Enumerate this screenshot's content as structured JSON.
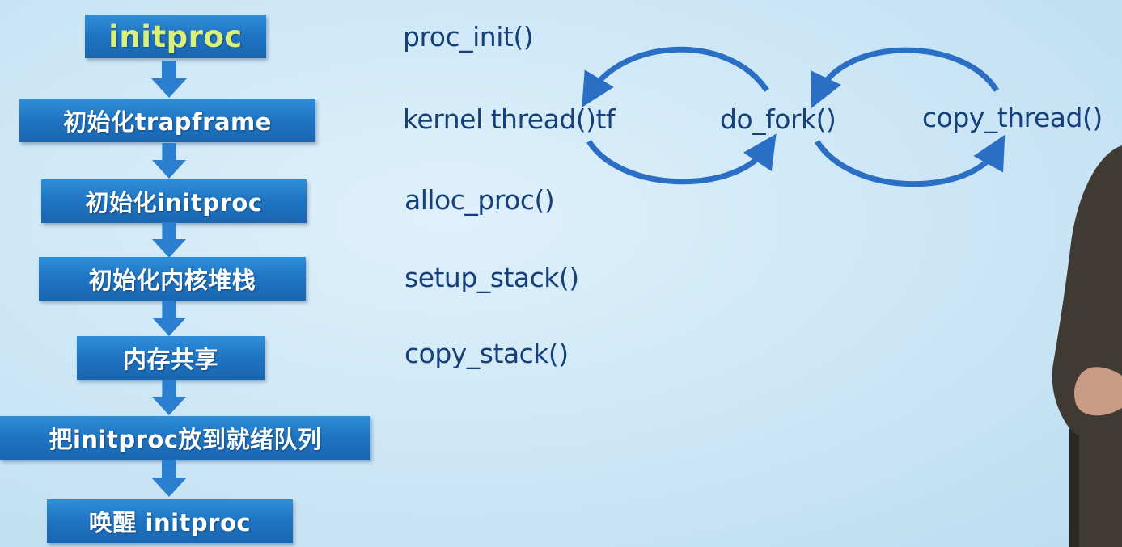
{
  "flow_steps": [
    {
      "label": "initproc",
      "accent": "#d9f07c"
    },
    {
      "label": "初始化trapframe"
    },
    {
      "label": "初始化initproc"
    },
    {
      "label": "初始化内核堆栈"
    },
    {
      "label": "内存共享"
    },
    {
      "label": "把initproc放到就绪队列"
    },
    {
      "label": "唤醒 initproc"
    }
  ],
  "functions": {
    "proc_init": "proc_init()",
    "kernel_thread": "kernel thread()tf",
    "do_fork": "do_fork()",
    "copy_thread": "copy_thread()",
    "alloc_proc": "alloc_proc()",
    "setup_stack": "setup_stack()",
    "copy_stack": "copy_stack()"
  },
  "colors": {
    "box_fill": "#1f74c2",
    "arrow_fill": "#2b7fd0",
    "function_text": "#15407a",
    "cycle_arrow": "#2a6fc4",
    "background": "#cfe8f7"
  }
}
